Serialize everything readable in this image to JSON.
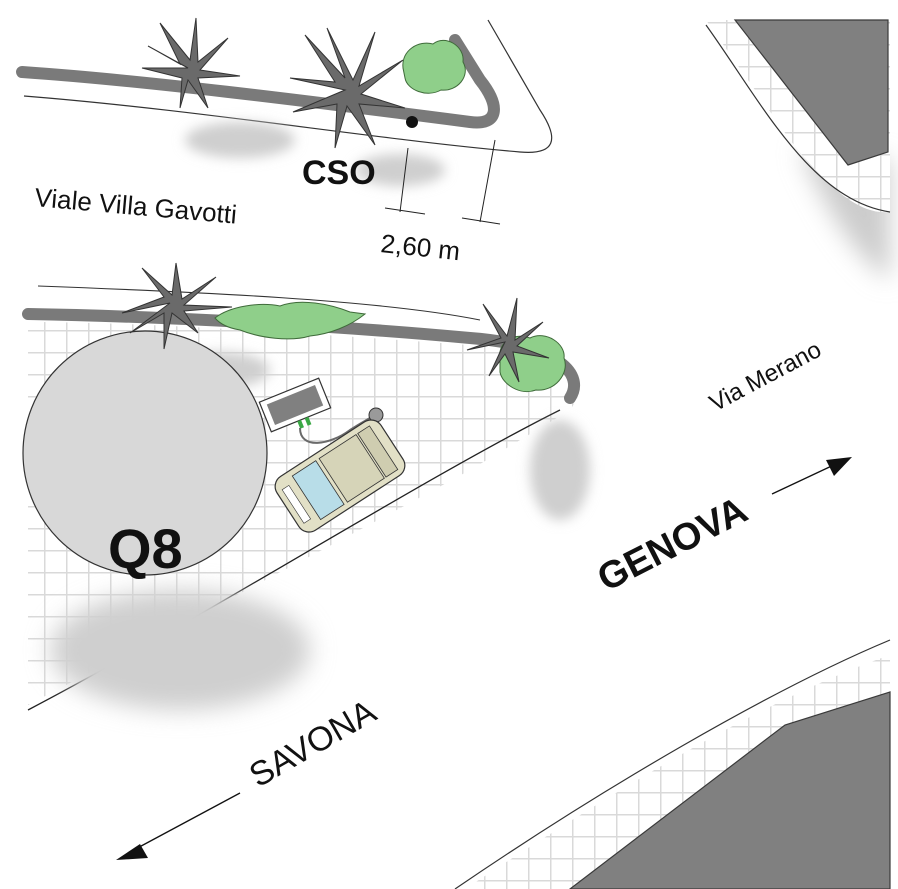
{
  "map": {
    "labels": {
      "viale_villa_gavotti": "Viale Villa Gavotti",
      "cso": "CSO",
      "distance": "2,60 m",
      "via_merano": "Via Merano",
      "genova": "GENOVA",
      "savona": "SAVONA",
      "q8": "Q8"
    },
    "colors": {
      "background": "#ffffff",
      "pavement_grid": "#d9d9d9",
      "curb": "#7a7a7a",
      "building": "#808080",
      "tree_green": "#8fcf8a",
      "palm": "#666666",
      "shadow": "#cfcfcf",
      "tank": "#d8d8d8",
      "car_body": "#e2e0c6"
    },
    "icons": [
      "palm-tree-icon",
      "shrub-icon",
      "car-icon",
      "fuel-pump-icon",
      "direction-arrow-icon"
    ]
  }
}
